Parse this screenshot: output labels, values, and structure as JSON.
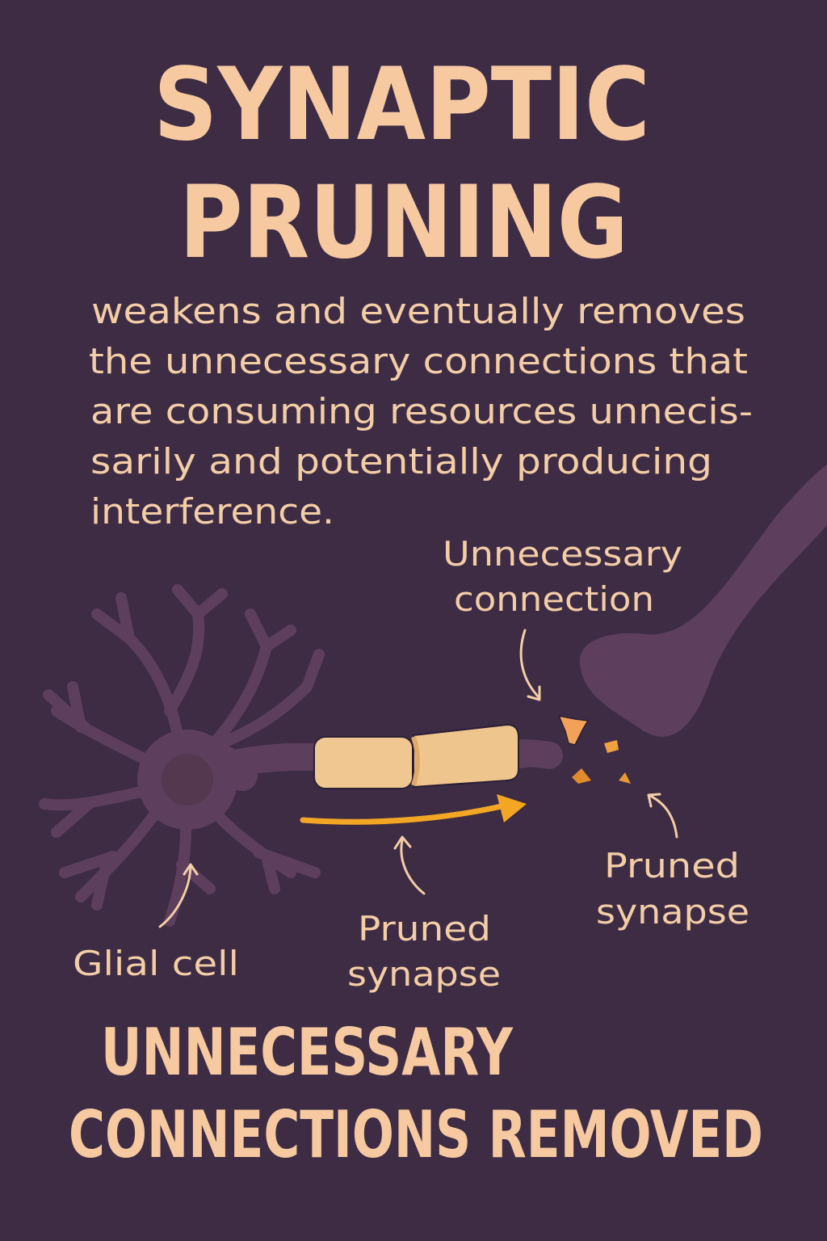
{
  "title": {
    "line1": "SYNAPTIC",
    "line2": "PRUNING"
  },
  "description": {
    "lines": [
      "weakens and eventually removes",
      "the unnecessary connections that",
      "are consuming resources unnecis-",
      "sarily and potentially producing",
      "interference."
    ]
  },
  "labels": {
    "unnecessary_connection": {
      "line1": "Unnecessary",
      "line2": "connection"
    },
    "glial_cell": "Glial cell",
    "pruned_synapse_center": {
      "line1": "Pruned",
      "line2": "synapse"
    },
    "pruned_synapse_right": {
      "line1": "Pruned",
      "line2": "synapse"
    }
  },
  "footer": {
    "line1": "UNNECESSARY",
    "line2": "CONNECTIONS REMOVED"
  },
  "colors": {
    "background": "#3d2c44",
    "text": "#f6c9a0",
    "neuron": "#5d3f5d",
    "myelin": "#f0c48f",
    "arrow": "#f2a623",
    "fragments": "#f0a04e"
  }
}
